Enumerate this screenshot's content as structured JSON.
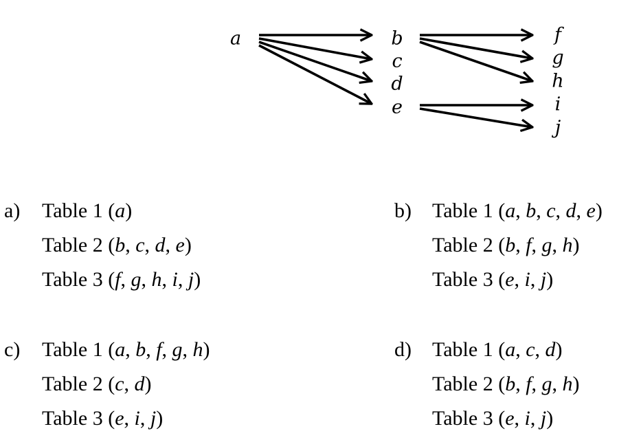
{
  "diagram": {
    "nodes": [
      "a",
      "b",
      "c",
      "d",
      "e",
      "f",
      "g",
      "h",
      "i",
      "j"
    ],
    "edges": [
      [
        "a",
        "b"
      ],
      [
        "a",
        "c"
      ],
      [
        "a",
        "d"
      ],
      [
        "a",
        "e"
      ],
      [
        "b",
        "f"
      ],
      [
        "b",
        "g"
      ],
      [
        "b",
        "h"
      ],
      [
        "e",
        "i"
      ],
      [
        "e",
        "j"
      ]
    ]
  },
  "options": [
    {
      "label": "a)",
      "tables": [
        {
          "name": "Table 1",
          "items": [
            "a"
          ]
        },
        {
          "name": "Table 2",
          "items": [
            "b",
            "c",
            "d",
            "e"
          ]
        },
        {
          "name": "Table 3",
          "items": [
            "f",
            "g",
            "h",
            "i",
            "j"
          ]
        }
      ]
    },
    {
      "label": "b)",
      "tables": [
        {
          "name": "Table 1",
          "items": [
            "a",
            "b",
            "c",
            "d",
            "e"
          ]
        },
        {
          "name": "Table 2",
          "items": [
            "b",
            "f",
            "g",
            "h"
          ]
        },
        {
          "name": "Table 3",
          "items": [
            "e",
            "i",
            "j"
          ]
        }
      ]
    },
    {
      "label": "c)",
      "tables": [
        {
          "name": "Table 1",
          "items": [
            "a",
            "b",
            "f",
            "g",
            "h"
          ]
        },
        {
          "name": "Table 2",
          "items": [
            "c",
            "d"
          ]
        },
        {
          "name": "Table 3",
          "items": [
            "e",
            "i",
            "j"
          ]
        }
      ]
    },
    {
      "label": "d)",
      "tables": [
        {
          "name": "Table 1",
          "items": [
            "a",
            "c",
            "d"
          ]
        },
        {
          "name": "Table 2",
          "items": [
            "b",
            "f",
            "g",
            "h"
          ]
        },
        {
          "name": "Table 3",
          "items": [
            "e",
            "i",
            "j"
          ]
        }
      ]
    }
  ]
}
